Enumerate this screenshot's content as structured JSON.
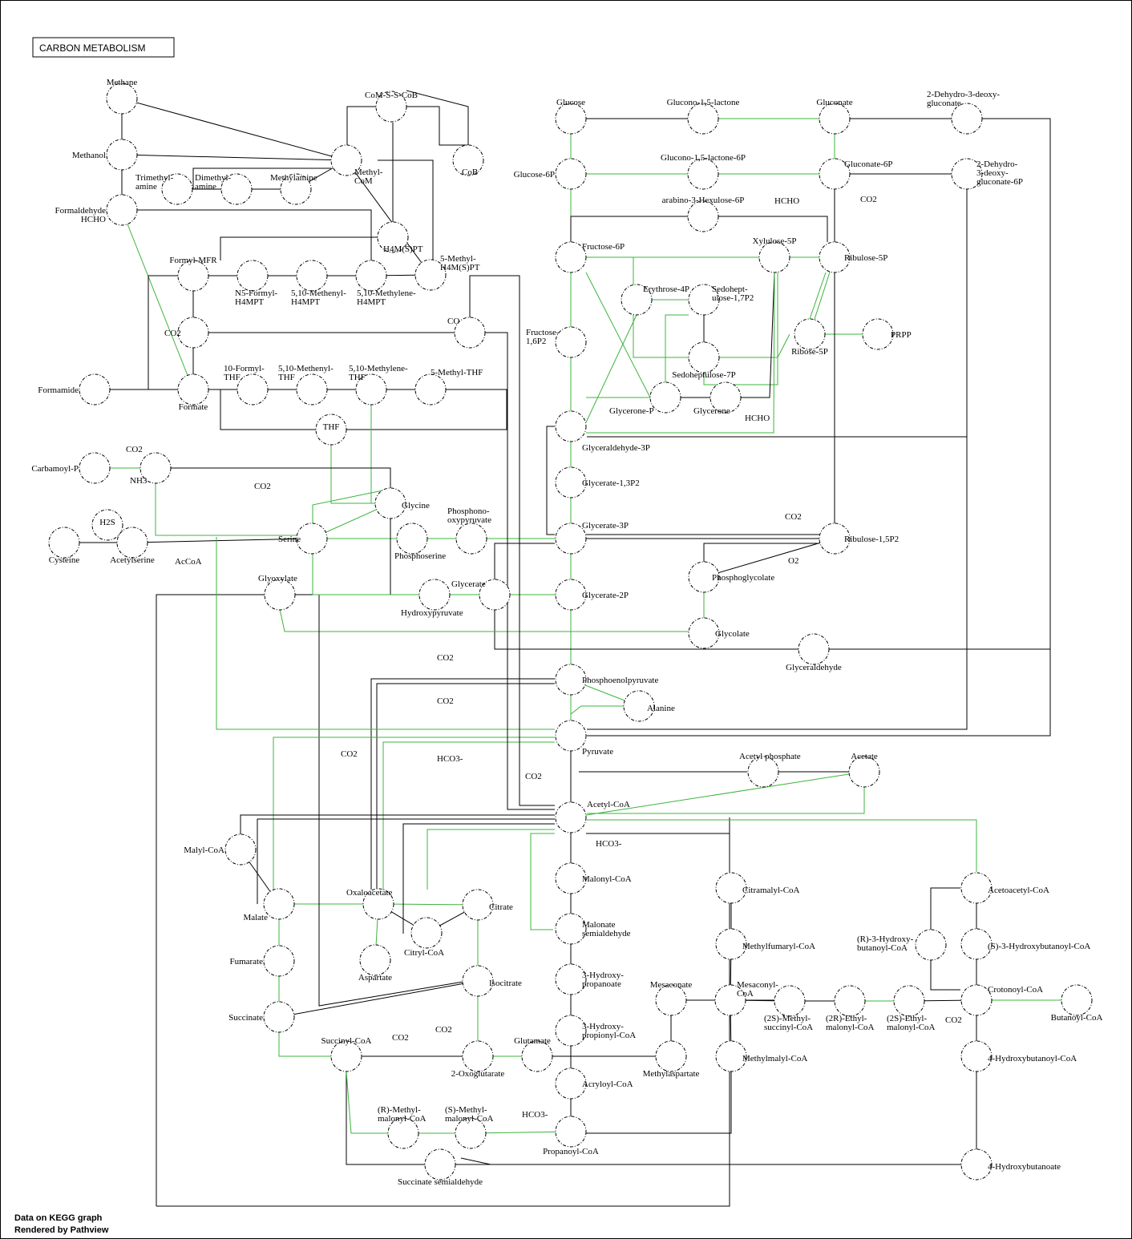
{
  "title": "CARBON METABOLISM",
  "footer": {
    "line1": "Data on KEGG graph",
    "line2": "Rendered by Pathview"
  },
  "colors": {
    "enzyme_edge": "#3cb43c",
    "pathway_edge": "#000000",
    "node_fill": "#ffffff"
  },
  "compounds": [
    {
      "id": "methane",
      "label": [
        "Methane"
      ]
    },
    {
      "id": "methanol",
      "label": [
        "Methanol"
      ]
    },
    {
      "id": "formaldehyde",
      "label": [
        "Formaldehyde",
        "HCHO"
      ]
    },
    {
      "id": "com-s-s-cob",
      "label": [
        "CoM-S-S-CoB"
      ]
    },
    {
      "id": "methyl-com",
      "label": [
        "Methyl-",
        "CoM"
      ]
    },
    {
      "id": "cob",
      "label": [
        "CoB"
      ]
    },
    {
      "id": "trimethylamine",
      "label": [
        "Trimethyl-",
        "amine"
      ]
    },
    {
      "id": "dimethylamine",
      "label": [
        "Dimethyl-",
        "amine"
      ]
    },
    {
      "id": "methylamine",
      "label": [
        "Methylamine"
      ]
    },
    {
      "id": "h4mpt",
      "label": [
        "H4M(S)PT"
      ]
    },
    {
      "id": "5-methyl-h4mpt",
      "label": [
        "5-Methyl-",
        "H4M(S)PT"
      ]
    },
    {
      "id": "formyl-mfr",
      "label": [
        "Formyl-MFR"
      ]
    },
    {
      "id": "n5-formyl-h4mpt",
      "label": [
        "N5-Formyl-",
        "H4MPT"
      ]
    },
    {
      "id": "5-10-methenyl-h4mpt",
      "label": [
        "5,10-Methenyl-",
        "H4MPT"
      ]
    },
    {
      "id": "5-10-methylene-h4mpt",
      "label": [
        "5,10-Methylene-",
        "H4MPT"
      ]
    },
    {
      "id": "co2-a",
      "label": [
        "CO2"
      ]
    },
    {
      "id": "co",
      "label": [
        "CO"
      ]
    },
    {
      "id": "formamide",
      "label": [
        "Formamide"
      ]
    },
    {
      "id": "formate",
      "label": [
        "Formate"
      ]
    },
    {
      "id": "10-formyl-thf",
      "label": [
        "10-Formyl-",
        "THF"
      ]
    },
    {
      "id": "5-10-methenyl-thf",
      "label": [
        "5,10-Methenyl-",
        "THF"
      ]
    },
    {
      "id": "5-10-methylene-thf",
      "label": [
        "5,10-Methylene-",
        "THF"
      ]
    },
    {
      "id": "5-methyl-thf",
      "label": [
        "5-Methyl-THF"
      ]
    },
    {
      "id": "thf",
      "label": [
        "THF"
      ]
    },
    {
      "id": "carbamoyl-p",
      "label": [
        "Carbamoyl-P"
      ]
    },
    {
      "id": "nh3",
      "label": [
        "NH3"
      ]
    },
    {
      "id": "glycine",
      "label": [
        "Glycine"
      ]
    },
    {
      "id": "cysteine",
      "label": [
        "Cysteine"
      ]
    },
    {
      "id": "h2s",
      "label": [
        "H2S"
      ]
    },
    {
      "id": "acetylserine",
      "label": [
        "Acetylserine"
      ]
    },
    {
      "id": "serine",
      "label": [
        "Serine"
      ]
    },
    {
      "id": "phosphoserine",
      "label": [
        "Phosphoserine"
      ]
    },
    {
      "id": "phosphonooxypyruvate",
      "label": [
        "Phosphono-",
        "oxypyruvate"
      ]
    },
    {
      "id": "glyoxylate",
      "label": [
        "Glyoxylate"
      ]
    },
    {
      "id": "hydroxypyruvate",
      "label": [
        "Hydroxypyruvate"
      ]
    },
    {
      "id": "glycerate",
      "label": [
        "Glycerate"
      ]
    },
    {
      "id": "glucose",
      "label": [
        "Glucose"
      ]
    },
    {
      "id": "glucono-lactone",
      "label": [
        "Glucono-1,5-lactone"
      ]
    },
    {
      "id": "gluconate",
      "label": [
        "Gluconate"
      ]
    },
    {
      "id": "2-dehydro-3-deoxy-gluconate",
      "label": [
        "2-Dehydro-3-deoxy-",
        "gluconate"
      ]
    },
    {
      "id": "glucose-6p",
      "label": [
        "Glucose-6P"
      ]
    },
    {
      "id": "glucono-lactone-6p",
      "label": [
        "Glucono-1,5-lactone-6P"
      ]
    },
    {
      "id": "gluconate-6p",
      "label": [
        "Gluconate-6P"
      ]
    },
    {
      "id": "2-dehydro-3-deoxy-gluconate-6p",
      "label": [
        "2-Dehydro-",
        "3-deoxy-",
        "gluconate-6P"
      ]
    },
    {
      "id": "arabino-hexulose-6p",
      "label": [
        "arabino-3-Hexulose-6P"
      ]
    },
    {
      "id": "fructose-6p",
      "label": [
        "Fructose-6P"
      ]
    },
    {
      "id": "xylulose-5p",
      "label": [
        "Xylulose-5P"
      ]
    },
    {
      "id": "ribulose-5p",
      "label": [
        "Ribulose-5P"
      ]
    },
    {
      "id": "erythrose-4p",
      "label": [
        "Erythrose-4P"
      ]
    },
    {
      "id": "sedoheptulose-17p2",
      "label": [
        "Sedohept-",
        "ulose-1,7P2"
      ]
    },
    {
      "id": "fructose-16p2",
      "label": [
        "Fructose-",
        "1,6P2"
      ]
    },
    {
      "id": "ribose-5p",
      "label": [
        "Ribose-5P"
      ]
    },
    {
      "id": "prpp",
      "label": [
        "PRPP"
      ]
    },
    {
      "id": "sedoheptulose-7p",
      "label": [
        "Sedoheptulose-7P"
      ]
    },
    {
      "id": "glycerone-p",
      "label": [
        "Glycerone-P"
      ]
    },
    {
      "id": "glycerone",
      "label": [
        "Glycerone"
      ]
    },
    {
      "id": "glyceraldehyde-3p",
      "label": [
        "Glyceraldehyde-3P"
      ]
    },
    {
      "id": "glycerate-13p2",
      "label": [
        "Glycerate-1,3P2"
      ]
    },
    {
      "id": "glycerate-3p",
      "label": [
        "Glycerate-3P"
      ]
    },
    {
      "id": "ribulose-15p2",
      "label": [
        "Ribulose-1,5P2"
      ]
    },
    {
      "id": "phosphoglycolate",
      "label": [
        "Phosphoglycolate"
      ]
    },
    {
      "id": "glycerate-2p",
      "label": [
        "Glycerate-2P"
      ]
    },
    {
      "id": "glycolate",
      "label": [
        "Glycolate"
      ]
    },
    {
      "id": "glyceraldehyde",
      "label": [
        "Glyceraldehyde"
      ]
    },
    {
      "id": "pep",
      "label": [
        "Phosphoenolpyruvate"
      ]
    },
    {
      "id": "alanine",
      "label": [
        "Alanine"
      ]
    },
    {
      "id": "pyruvate",
      "label": [
        "Pyruvate"
      ]
    },
    {
      "id": "acetyl-p",
      "label": [
        "Acetyl phosphate"
      ]
    },
    {
      "id": "acetate",
      "label": [
        "Acetate"
      ]
    },
    {
      "id": "acetyl-coa",
      "label": [
        "Acetyl-CoA"
      ]
    },
    {
      "id": "malyl-coa",
      "label": [
        "Malyl-CoA"
      ]
    },
    {
      "id": "malonyl-coa",
      "label": [
        "Malonyl-CoA"
      ]
    },
    {
      "id": "citramalyl-coa",
      "label": [
        "Citramalyl-CoA"
      ]
    },
    {
      "id": "acetoacetyl-coa",
      "label": [
        "Acetoacetyl-CoA"
      ]
    },
    {
      "id": "malate",
      "label": [
        "Malate"
      ]
    },
    {
      "id": "oxaloacetate",
      "label": [
        "Oxaloacetate"
      ]
    },
    {
      "id": "citrate",
      "label": [
        "Citrate"
      ]
    },
    {
      "id": "citryl-coa",
      "label": [
        "Citryl-CoA"
      ]
    },
    {
      "id": "malonate-semialdehyde",
      "label": [
        "Malonate",
        "semialdehyde"
      ]
    },
    {
      "id": "methylfumaryl-coa",
      "label": [
        "Methylfumaryl-CoA"
      ]
    },
    {
      "id": "r-3-hydroxybutanoyl-coa",
      "label": [
        "(R)-3-Hydroxy-",
        "butanoyl-CoA"
      ]
    },
    {
      "id": "s-3-hydroxybutanoyl-coa",
      "label": [
        "(S)-3-Hydroxybutanoyl-CoA"
      ]
    },
    {
      "id": "fumarate",
      "label": [
        "Fumarate"
      ]
    },
    {
      "id": "aspartate",
      "label": [
        "Aspartate"
      ]
    },
    {
      "id": "isocitrate",
      "label": [
        "Isocitrate"
      ]
    },
    {
      "id": "3-hydroxypropanoate",
      "label": [
        "3-Hydroxy-",
        "propanoate"
      ]
    },
    {
      "id": "mesaconate",
      "label": [
        "Mesaconate"
      ]
    },
    {
      "id": "mesaconyl-coa",
      "label": [
        "Mesaconyl-",
        "CoA"
      ]
    },
    {
      "id": "2s-methylsuccinyl-coa",
      "label": [
        "(2S)-Methyl-",
        "succinyl-CoA"
      ]
    },
    {
      "id": "2r-ethylmalonyl-coa",
      "label": [
        "(2R)-Ethyl-",
        "malonyl-CoA"
      ]
    },
    {
      "id": "2s-ethylmalonyl-coa",
      "label": [
        "(2S)-Ethyl-",
        "malonyl-CoA"
      ]
    },
    {
      "id": "crotonoyl-coa",
      "label": [
        "Crotonoyl-CoA"
      ]
    },
    {
      "id": "butanoyl-coa",
      "label": [
        "Butanoyl-CoA"
      ]
    },
    {
      "id": "succinate",
      "label": [
        "Succinate"
      ]
    },
    {
      "id": "3-hydroxypropionyl-coa",
      "label": [
        "3-Hydroxy-",
        "propionyl-CoA"
      ]
    },
    {
      "id": "succinyl-coa",
      "label": [
        "Succinyl-CoA"
      ]
    },
    {
      "id": "2-oxoglutarate",
      "label": [
        "2-Oxoglutarate"
      ]
    },
    {
      "id": "glutamate",
      "label": [
        "Glutamate"
      ]
    },
    {
      "id": "methylaspartate",
      "label": [
        "Methylaspartate"
      ]
    },
    {
      "id": "methylmalyl-coa",
      "label": [
        "Methylmalyl-CoA"
      ]
    },
    {
      "id": "4-hydroxybutanoyl-coa",
      "label": [
        "4-Hydroxybutanoyl-CoA"
      ]
    },
    {
      "id": "acryloyl-coa",
      "label": [
        "Acryloyl-CoA"
      ]
    },
    {
      "id": "r-methylmalonyl-coa",
      "label": [
        "(R)-Methyl-",
        "malonyl-CoA"
      ]
    },
    {
      "id": "s-methylmalonyl-coa",
      "label": [
        "(S)-Methyl-",
        "malonyl-CoA"
      ]
    },
    {
      "id": "propanoyl-coa",
      "label": [
        "Propanoyl-CoA"
      ]
    },
    {
      "id": "succinate-semialdehyde",
      "label": [
        "Succinate semialdehyde"
      ]
    },
    {
      "id": "4-hydroxybutanoate",
      "label": [
        "4-Hydroxybutanoate"
      ]
    }
  ],
  "side_labels": [
    {
      "id": "hcho-top",
      "text": "HCHO"
    },
    {
      "id": "co2-gluconate",
      "text": "CO2"
    },
    {
      "id": "hcho-glycerone",
      "text": "HCHO"
    },
    {
      "id": "co2-carbamoyl",
      "text": "CO2"
    },
    {
      "id": "co2-nh3",
      "text": "CO2"
    },
    {
      "id": "acetyl-coa-small",
      "text": "AcCoA"
    },
    {
      "id": "co2-rubisco",
      "text": "CO2"
    },
    {
      "id": "o2-rubisco",
      "text": "O2"
    },
    {
      "id": "co2-pep-top",
      "text": "CO2"
    },
    {
      "id": "co2-pep-bottom",
      "text": "CO2"
    },
    {
      "id": "co2-pyruvate-left",
      "text": "CO2"
    },
    {
      "id": "hco3-pyruvate",
      "text": "HCO3-"
    },
    {
      "id": "co2-acetyl",
      "text": "CO2"
    },
    {
      "id": "hco3-acetyl",
      "text": "HCO3-"
    },
    {
      "id": "co2-succinyl",
      "text": "CO2"
    },
    {
      "id": "co2-oxoglutarate",
      "text": "CO2"
    },
    {
      "id": "hco3-propanoyl",
      "text": "HCO3-"
    },
    {
      "id": "co2-crotonoyl",
      "text": "CO2"
    }
  ]
}
